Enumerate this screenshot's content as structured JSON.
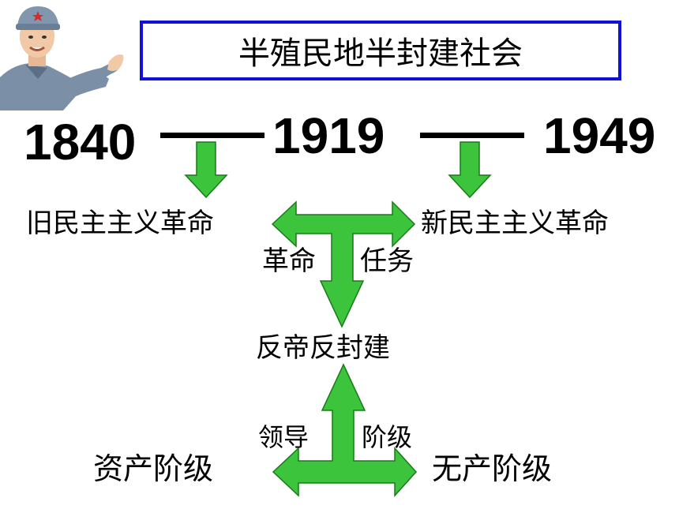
{
  "title": "半殖民地半封建社会",
  "timeline": {
    "year_start": "1840",
    "year_mid": "1919",
    "year_end": "1949"
  },
  "revolutions": {
    "old": "旧民主主义革命",
    "new": "新民主主义革命"
  },
  "task": {
    "label_left": "革命",
    "label_right": "任务",
    "content": "反帝反封建"
  },
  "leadership": {
    "label_left": "领导",
    "label_right": "阶级",
    "class_left": "资产阶级",
    "class_right": "无产阶级"
  },
  "colors": {
    "arrow_fill": "#3cc43c",
    "arrow_stroke": "#1a7a1a",
    "title_border": "#1010d8"
  },
  "figure": {
    "icon": "soldier-pointing-figure"
  }
}
